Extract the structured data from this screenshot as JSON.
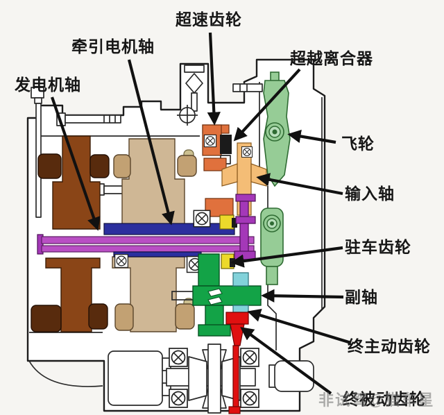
{
  "diagram": {
    "type": "hybrid-transaxle-cross-section",
    "labels": [
      {
        "id": "overdrive-gear",
        "text": "超速齿轮"
      },
      {
        "id": "traction-motor-shaft",
        "text": "牵引电机轴"
      },
      {
        "id": "generator-shaft",
        "text": "发电机轴"
      },
      {
        "id": "overrunning-clutch",
        "text": "超越离合器"
      },
      {
        "id": "flywheel",
        "text": "飞轮"
      },
      {
        "id": "input-shaft",
        "text": "输入轴"
      },
      {
        "id": "parking-gear",
        "text": "驻车齿轮"
      },
      {
        "id": "countershaft",
        "text": "副轴"
      },
      {
        "id": "final-drive-gear",
        "text": "终主动齿轮"
      },
      {
        "id": "final-driven-gear",
        "text": "终被动齿轮"
      }
    ],
    "watermark": "非试驾@猫车星",
    "colors": {
      "generator_winding": "#582b0d",
      "generator_rotor": "#8a4517",
      "motor_winding": "#c2a173",
      "motor_rotor": "#cfb795",
      "traction_shaft_blue": "#2b2f9e",
      "generator_shaft_magenta": "#b94fc4",
      "gear_purple": "#a438b8",
      "flywheel_green": "#96cc96",
      "countershaft_green": "#13a347",
      "gear_cyan": "#82d2da",
      "parking_gear_yellow": "#ecd92b",
      "overdrive_orange": "#e0713d",
      "input_shaft_orange": "#f4bd76",
      "final_drive_red": "#e01010",
      "arrow": "#111111",
      "label_text": "#161616",
      "watermark_gray": "#6f6f6f"
    }
  }
}
